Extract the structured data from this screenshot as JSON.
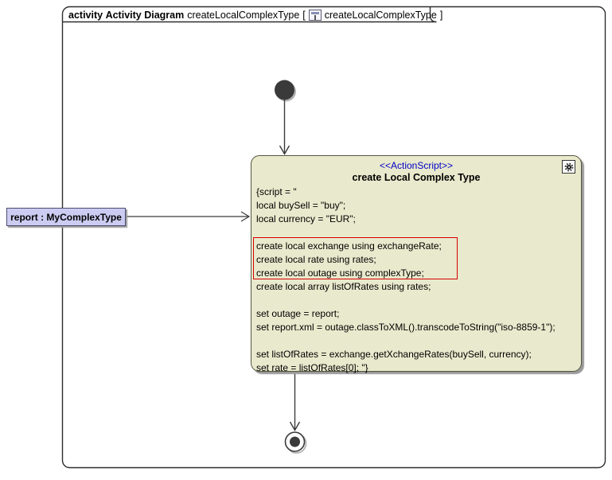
{
  "frame": {
    "kind_keyword": "activity",
    "diagram_type": "Activity Diagram",
    "diagram_name": "createLocalComplexType",
    "open_bracket": "[",
    "context_name": "createLocalComplexType",
    "close_bracket": "]",
    "tab_icon": "activity-diagram-icon"
  },
  "action": {
    "stereotype": "<<ActionScript>>",
    "title": "create Local Complex Type",
    "corner_icon": "gear-icon",
    "script_lines": [
      "{script = \"",
      "local buySell = \"buy\";",
      "local currency = \"EUR\";",
      "",
      "create local exchange using exchangeRate;",
      "create local rate using rates;",
      "create local outage using complexType;",
      "create local array listOfRates using rates;",
      "",
      "set outage = report;",
      "set report.xml = outage.classToXML().transcodeToString(\"iso-8859-1\");",
      "",
      "set listOfRates = exchange.getXchangeRates(buySell, currency);",
      "set rate = listOfRates[0]; \"}"
    ],
    "highlight": {
      "first_line": 4,
      "last_line": 6
    }
  },
  "pin_label": "report : MyComplexType",
  "nodes": {
    "initial": "initial-node",
    "final": "activity-final-node"
  },
  "colors": {
    "frame_border": "#2e2e2e",
    "edge": "#3a3a3a",
    "node_fill": "#e9e9cd",
    "node_border": "#55553e",
    "node_shadow": "#9a9a9a",
    "label_fill": "#ccccf2",
    "label_border": "#4c4c70",
    "stereotype": "#0000c8",
    "highlight": "#d40000",
    "text": "#000000"
  }
}
